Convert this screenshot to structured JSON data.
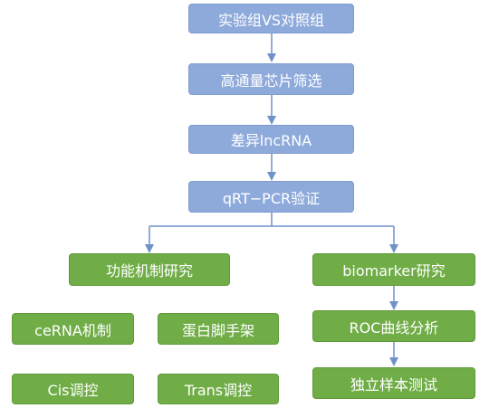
{
  "nodes": {
    "experiment_vs_control": "实验组VS对照组",
    "high_throughput_chip": "高通量芯片筛选",
    "differential_lncrna": "差异lncRNA",
    "qrt_pcr": "qRT−PCR验证",
    "function_mechanism": "功能机制研究",
    "biomarker_research": "biomarker研究",
    "cerna": "ceRNA机制",
    "protein_scaffold": "蛋白脚手架",
    "roc_analysis": "ROC曲线分析",
    "cis": "Cis调控",
    "trans": "Trans调控",
    "independent_test": "独立样本测试"
  },
  "colors": {
    "process": "#8eaadb",
    "branch": "#70ad47",
    "arrow": "#6f93c9"
  }
}
